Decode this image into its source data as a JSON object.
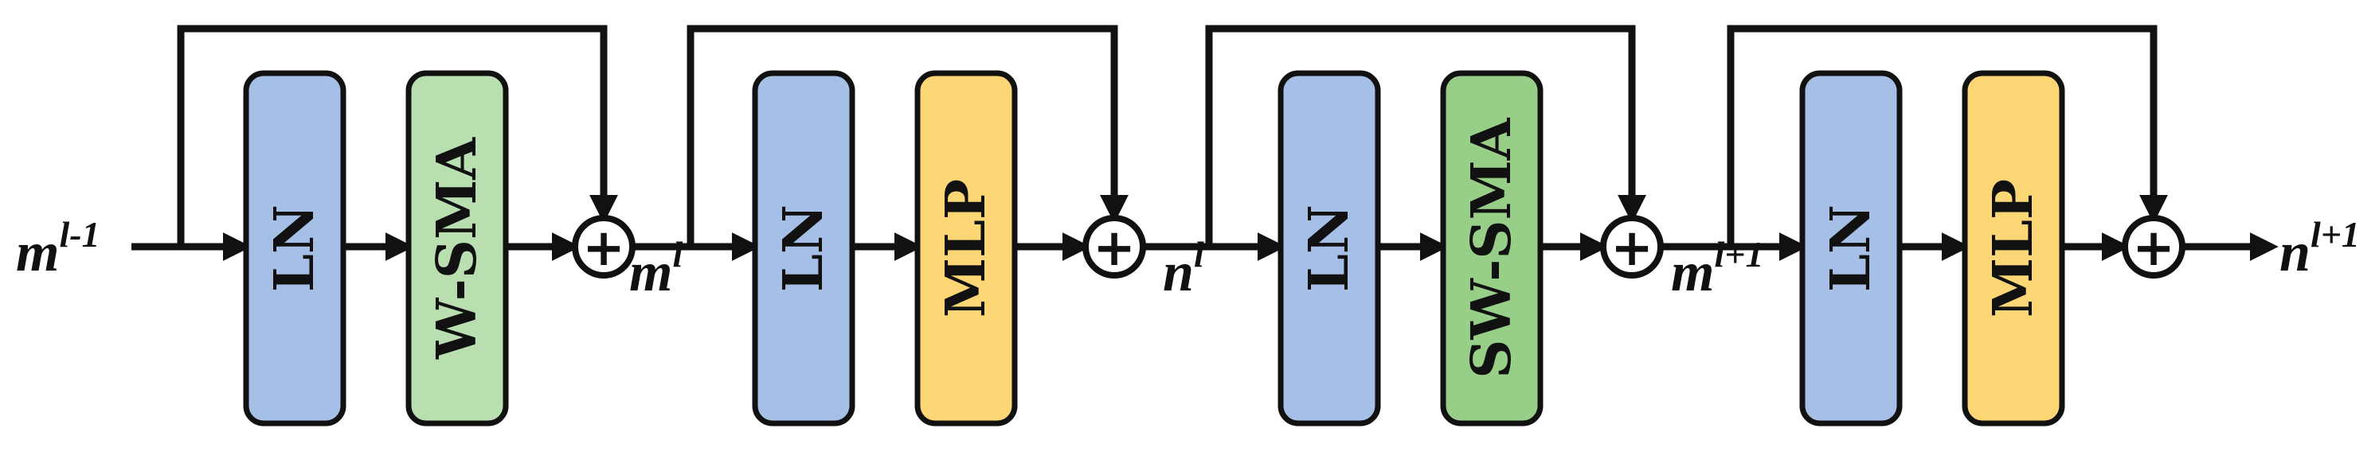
{
  "colors": {
    "ln": "#a6bfe6",
    "wsma": "#b9deb0",
    "mlp": "#fdd675",
    "swsma": "#98cf88",
    "stroke": "#111111"
  },
  "blocks": [
    {
      "label": "LN",
      "fill": "ln"
    },
    {
      "label": "W-SMA",
      "fill": "wsma"
    },
    {
      "label": "LN",
      "fill": "ln"
    },
    {
      "label": "MLP",
      "fill": "mlp"
    },
    {
      "label": "LN",
      "fill": "ln"
    },
    {
      "label": "SW-SMA",
      "fill": "swsma"
    },
    {
      "label": "LN",
      "fill": "ln"
    },
    {
      "label": "MLP",
      "fill": "mlp"
    }
  ],
  "adders": [
    {
      "symbol": "+"
    },
    {
      "symbol": "+"
    },
    {
      "symbol": "+"
    },
    {
      "symbol": "+"
    }
  ],
  "labels": [
    {
      "base": "m",
      "sup": "l-1"
    },
    {
      "base": "m",
      "sup": "l"
    },
    {
      "base": "n",
      "sup": "l"
    },
    {
      "base": "m",
      "sup": "l+1"
    },
    {
      "base": "n",
      "sup": "l+1"
    }
  ]
}
